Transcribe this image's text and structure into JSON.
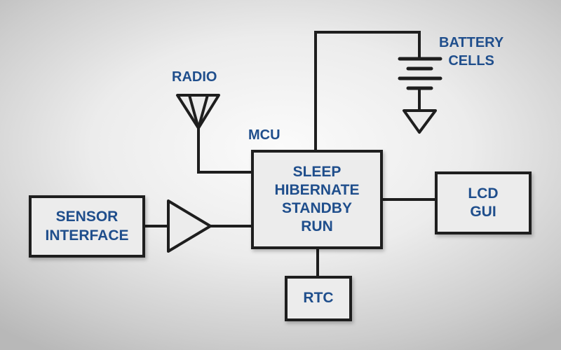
{
  "labels": {
    "radio": "RADIO",
    "mcu": "MCU",
    "battery": [
      "BATTERY",
      "CELLS"
    ]
  },
  "blocks": {
    "mcu": [
      "SLEEP",
      "HIBERNATE",
      "STANDBY",
      "RUN"
    ],
    "sensor": [
      "SENSOR",
      "INTERFACE"
    ],
    "lcd": [
      "LCD",
      "GUI"
    ],
    "rtc": [
      "RTC"
    ]
  },
  "colors": {
    "text": "#1f4e8c",
    "line": "#1e1e1e",
    "box_fill": "#ececec"
  }
}
